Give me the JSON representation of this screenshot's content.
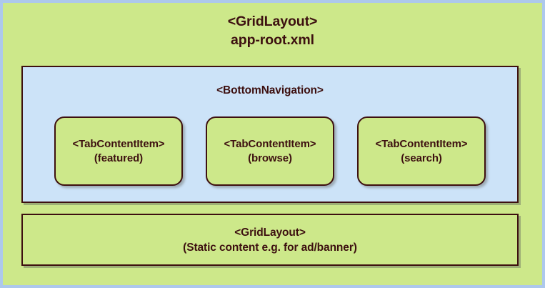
{
  "diagram": {
    "type": "nested-layout-architecture",
    "colors": {
      "frame": "#adc8ec",
      "panel_green": "#cde88a",
      "panel_blue": "#cce3f8",
      "border": "#3d1010",
      "text": "#3d1010"
    },
    "root": {
      "tag": "<GridLayout>",
      "file": "app-root.xml"
    },
    "bottom_navigation": {
      "tag": "<BottomNavigation>",
      "tabs": [
        {
          "tag": "<TabContentItem>",
          "name": "(featured)"
        },
        {
          "tag": "<TabContentItem>",
          "name": "(browse)"
        },
        {
          "tag": "<TabContentItem>",
          "name": "(search)"
        }
      ]
    },
    "static_grid": {
      "tag": "<GridLayout>",
      "description": "(Static content e.g. for ad/banner)"
    }
  }
}
